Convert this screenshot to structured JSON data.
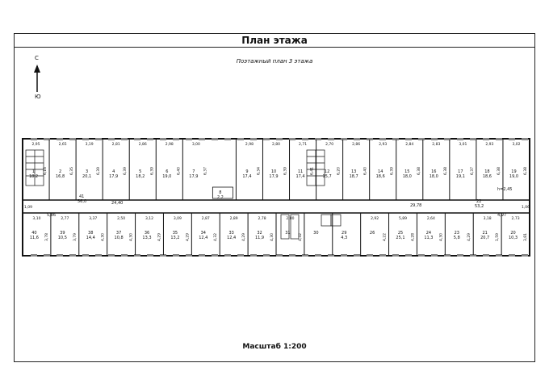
{
  "sheet": {
    "title": "План этажа",
    "subtitle": "Поэтажный план 3 этажа",
    "scale": "Масштаб 1:200"
  },
  "compass": {
    "north": "С",
    "south": "Ю"
  },
  "corridor_labels": {
    "height": "h=2,45",
    "left_room": "41",
    "left_room_area": "56,0",
    "len_left": "24,40",
    "len_right": "29,78",
    "right_room": "22",
    "right_room_area": "53,2",
    "left_small": "1,09",
    "right_small": "1,06",
    "dim_586": "5,86",
    "dim_497": "4,97"
  },
  "top_rooms": [
    {
      "id": "1",
      "area": "18,2",
      "w": "2,95",
      "d": "6,16"
    },
    {
      "id": "2",
      "area": "16,8",
      "w": "2,65",
      "d": "6,35"
    },
    {
      "id": "3",
      "area": "20,1",
      "w": "3,19",
      "d": "6,39"
    },
    {
      "id": "4",
      "area": "17,9",
      "w": "2,81",
      "d": "6,39"
    },
    {
      "id": "5",
      "area": "18,2",
      "w": "2,86",
      "d": "6,39"
    },
    {
      "id": "6",
      "area": "19,0",
      "w": "2,98",
      "d": "6,40"
    },
    {
      "id": "7",
      "area": "17,9",
      "w": "3,00",
      "d": "6,37"
    },
    {
      "id": "8",
      "area": "2,2",
      "w": "",
      "d": ""
    },
    {
      "id": "9",
      "area": "17,4",
      "w": "2,98",
      "d": "6,34"
    },
    {
      "id": "10",
      "area": "17,9",
      "w": "2,80",
      "d": "6,39"
    },
    {
      "id": "11",
      "area": "17,4",
      "w": "2,71",
      "d": "6,41"
    },
    {
      "id": "12",
      "area": "15,7",
      "w": "2,70",
      "d": "6,20"
    },
    {
      "id": "13",
      "area": "18,7",
      "w": "2,86",
      "d": "6,40"
    },
    {
      "id": "14",
      "area": "18,6",
      "w": "2,93",
      "d": "6,39"
    },
    {
      "id": "15",
      "area": "18,0",
      "w": "2,84",
      "d": "6,38"
    },
    {
      "id": "16",
      "area": "18,0",
      "w": "2,83",
      "d": "6,38"
    },
    {
      "id": "17",
      "area": "19,1",
      "w": "3,01",
      "d": "6,37"
    },
    {
      "id": "18",
      "area": "18,6",
      "w": "2,93",
      "d": "6,38"
    },
    {
      "id": "19",
      "area": "19,0",
      "w": "3,02",
      "d": "6,38"
    }
  ],
  "bottom_rooms": [
    {
      "id": "40",
      "area": "11,6",
      "w": "3,10",
      "d": "3,78"
    },
    {
      "id": "39",
      "area": "10,5",
      "w": "2,77",
      "d": "3,79"
    },
    {
      "id": "38",
      "area": "14,4",
      "w": "3,37",
      "d": "4,30"
    },
    {
      "id": "37",
      "area": "10,8",
      "w": "2,50",
      "d": "4,30"
    },
    {
      "id": "36",
      "area": "13,3",
      "w": "3,12",
      "d": "4,29"
    },
    {
      "id": "35",
      "area": "13,2",
      "w": "3,09",
      "d": "4,29"
    },
    {
      "id": "34",
      "area": "12,4",
      "w": "2,87",
      "d": "4,32"
    },
    {
      "id": "33",
      "area": "12,4",
      "w": "2,89",
      "d": "4,29"
    },
    {
      "id": "32",
      "area": "11,9",
      "w": "2,78",
      "d": "4,30"
    },
    {
      "id": "31",
      "area": "",
      "w": "2,80",
      "d": "4,32"
    },
    {
      "id": "30",
      "area": "",
      "w": "",
      "d": ""
    },
    {
      "id": "29",
      "area": "4,3",
      "w": "",
      "d": ""
    },
    {
      "id": "26",
      "area": "",
      "w": "2,92",
      "d": "4,22"
    },
    {
      "id": "25",
      "area": "25,1",
      "w": "5,89",
      "d": "4,28"
    },
    {
      "id": "24",
      "area": "11,3",
      "w": "2,64",
      "d": "4,30"
    },
    {
      "id": "23",
      "area": "5,8",
      "w": "",
      "d": "4,29"
    },
    {
      "id": "21",
      "area": "20,7",
      "w": "3,18",
      "d": "1,59"
    },
    {
      "id": "20",
      "area": "10,3",
      "w": "2,73",
      "d": "3,81"
    }
  ]
}
